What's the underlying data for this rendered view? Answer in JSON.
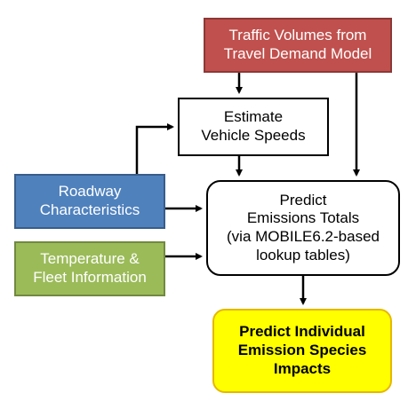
{
  "nodes": {
    "traffic_volumes": {
      "lines": [
        "Traffic Volumes from",
        "Travel Demand Model"
      ]
    },
    "estimate_speeds": {
      "lines": [
        "Estimate",
        "Vehicle Speeds"
      ]
    },
    "roadway": {
      "lines": [
        "Roadway",
        "Characteristics"
      ]
    },
    "temperature": {
      "lines": [
        "Temperature &",
        "Fleet Information"
      ]
    },
    "emissions_totals": {
      "lines": [
        "Predict",
        "Emissions Totals",
        "(via MOBILE6.2-based",
        "lookup tables)"
      ]
    },
    "species_impacts": {
      "lines": [
        "Predict Individual",
        "Emission Species",
        "Impacts"
      ]
    }
  },
  "colors": {
    "traffic_fill": "#c0504d",
    "roadway_fill": "#4f81bd",
    "temperature_fill": "#9bbb59",
    "species_fill": "#ffff00",
    "arrow": "#000000"
  }
}
